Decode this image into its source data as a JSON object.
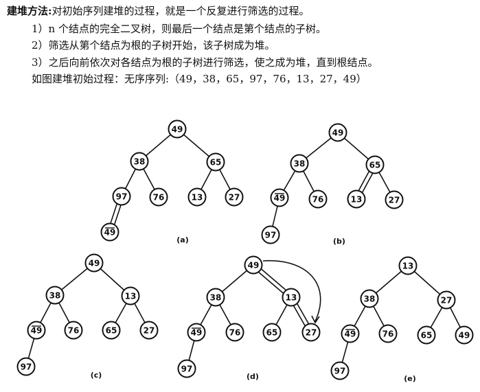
{
  "text": {
    "heading_label": "建堆方法:",
    "heading_body": "对初始序列建堆的过程，就是一个反复进行筛选的过程。",
    "step1": "1）n 个结点的完全二叉树，则最后一个结点是第个结点的子树。",
    "step2": "2）筛选从第个结点为根的子树开始，该子树成为堆。",
    "step3": "3）之后向前依次对各结点为根的子树进行筛选，使之成为堆，直到根结点。",
    "example": "如图建堆初始过程：无序序列:（49，38，65，97，76，13，27，49）"
  },
  "trees": [
    {
      "caption": "(a)",
      "nodes": [
        "49",
        "38",
        "65",
        "97",
        "76",
        "13",
        "27",
        "49"
      ],
      "overlined": [
        7
      ],
      "swap_edge": [
        3,
        7
      ]
    },
    {
      "caption": "(b)",
      "nodes": [
        "49",
        "38",
        "65",
        "49",
        "76",
        "13",
        "27",
        "97"
      ],
      "overlined": [
        3
      ],
      "swap_edge": [
        2,
        5
      ]
    },
    {
      "caption": "(c)",
      "nodes": [
        "49",
        "38",
        "13",
        "49",
        "76",
        "65",
        "27",
        "97"
      ],
      "overlined": [
        3
      ],
      "swap_edge": null
    },
    {
      "caption": "(d)",
      "nodes": [
        "49",
        "38",
        "13",
        "49",
        "76",
        "65",
        "27",
        "97"
      ],
      "overlined": [
        3
      ],
      "swap_edge": [
        0,
        2
      ],
      "swap_edge_2": [
        2,
        6
      ],
      "curved_arrow": true
    },
    {
      "caption": "(e)",
      "nodes": [
        "13",
        "38",
        "27",
        "49",
        "76",
        "65",
        "49",
        "97"
      ],
      "overlined": [
        3
      ],
      "swap_edge": null
    }
  ]
}
